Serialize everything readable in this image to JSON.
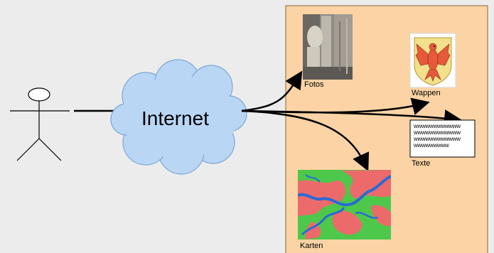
{
  "colors": {
    "background": "#ececec",
    "server_panel": "#fbd3a4",
    "cloud": "#b9d7f5",
    "cloud_stroke": "#7ea6d6",
    "wappen_shield": "#f2e08a",
    "eagle": "#e65a3a",
    "map_green": "#4ec84a",
    "map_red": "#ec6a6a",
    "map_water": "#2a6ad6"
  },
  "icons": {
    "actor": "stick-figure-icon",
    "network": "cloud-icon",
    "photo": "photo-thumbnail",
    "crest": "coat-of-arms-icon",
    "document": "text-document-icon",
    "map": "map-thumbnail"
  },
  "cloud": {
    "label": "Internet"
  },
  "resources": {
    "fotos": "Fotos",
    "wappen": "Wappen",
    "texte": "Texte",
    "karten": "Karten"
  },
  "text_doc": {
    "lines": [
      "wwwwwwwwwwww",
      "wwwwwwwwwwww",
      "wwwwwwwwwwww",
      "wwwwwwwww"
    ]
  }
}
